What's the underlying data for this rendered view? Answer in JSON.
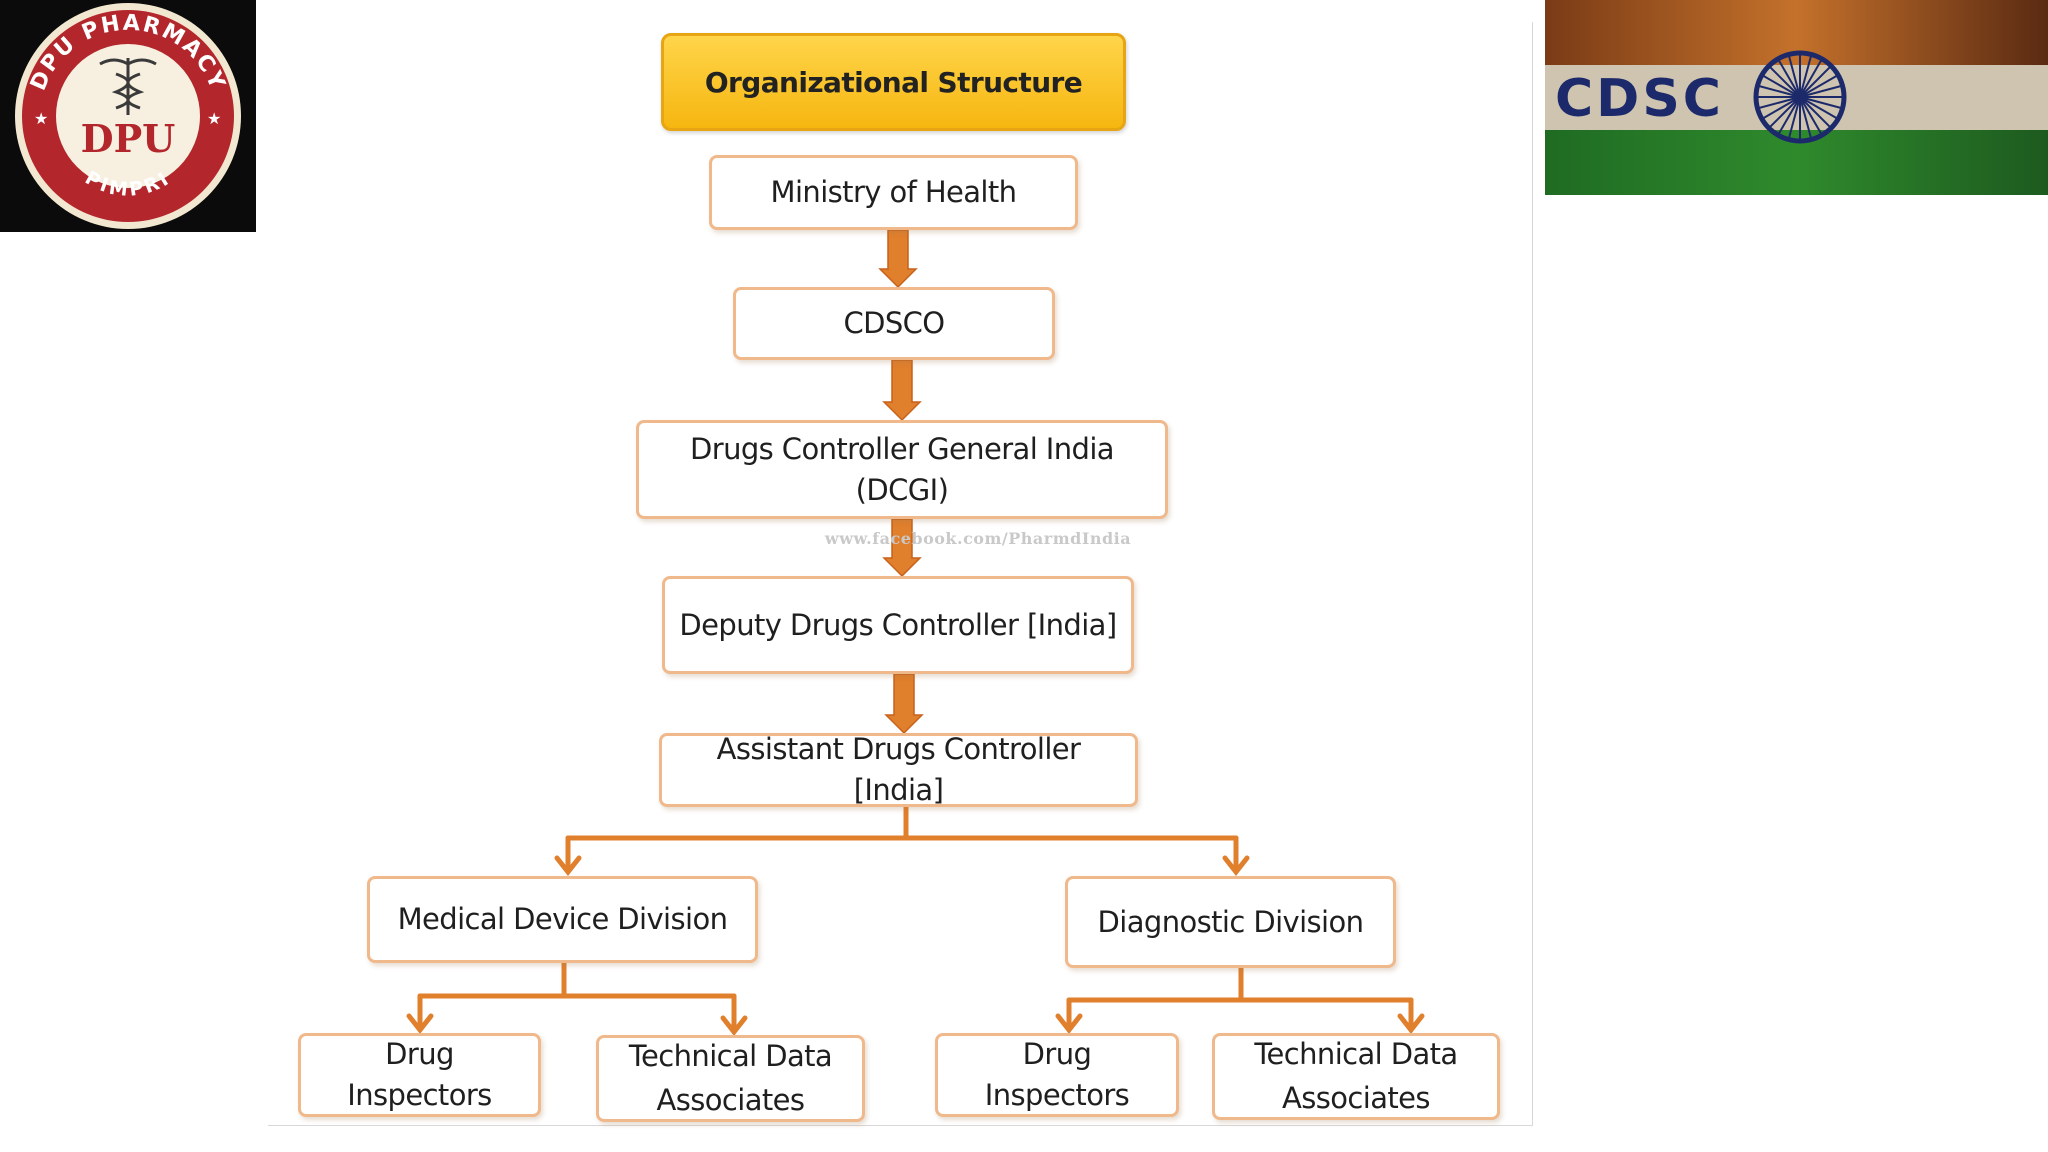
{
  "logo_left": {
    "arc_text": "DPU PHARMACY",
    "center_text": "DPU",
    "bottom_text": "PIMPRI"
  },
  "logo_right": {
    "text": "CDSC"
  },
  "chart": {
    "title": "Organizational Structure",
    "watermark": "www.facebook.com/PharmdIndia",
    "nodes": {
      "ministry": "Ministry of Health",
      "cdsco": "CDSCO",
      "dcgi": "Drugs Controller General India (DCGI)",
      "deputy": "Deputy Drugs Controller [India]",
      "assistant": "Assistant Drugs Controller [India]",
      "medical_device": "Medical Device Division",
      "diagnostic": "Diagnostic Division",
      "md_inspectors": "Drug Inspectors",
      "md_tda_line1": "Technical Data",
      "md_tda_line2": "Associates",
      "dg_inspectors": "Drug Inspectors",
      "dg_tda_line1": "Technical Data",
      "dg_tda_line2": "Associates"
    },
    "colors": {
      "title_fill": "#f6b610",
      "node_border": "#f0b98c",
      "connector": "#e07f2c"
    }
  }
}
